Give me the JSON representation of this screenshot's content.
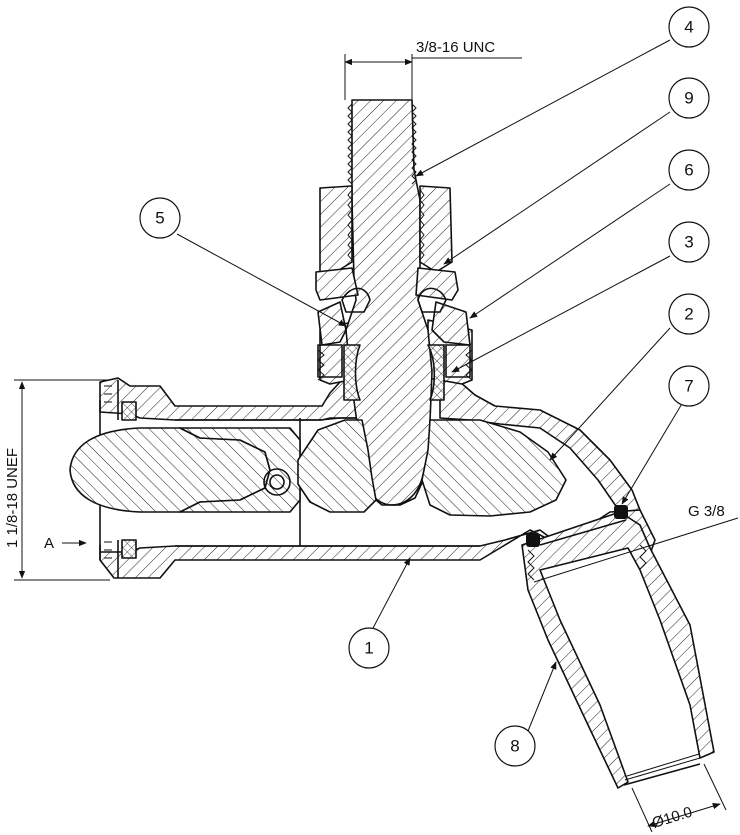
{
  "annotations": {
    "thread_stem": "3/8-16 UNC",
    "thread_body": "1 1/8-18 UNEF",
    "thread_spout": "G 3/8",
    "diameter_spout": "Ø10.0",
    "view_label": "A"
  },
  "balloons": [
    "1",
    "2",
    "3",
    "4",
    "5",
    "6",
    "7",
    "8",
    "9"
  ]
}
